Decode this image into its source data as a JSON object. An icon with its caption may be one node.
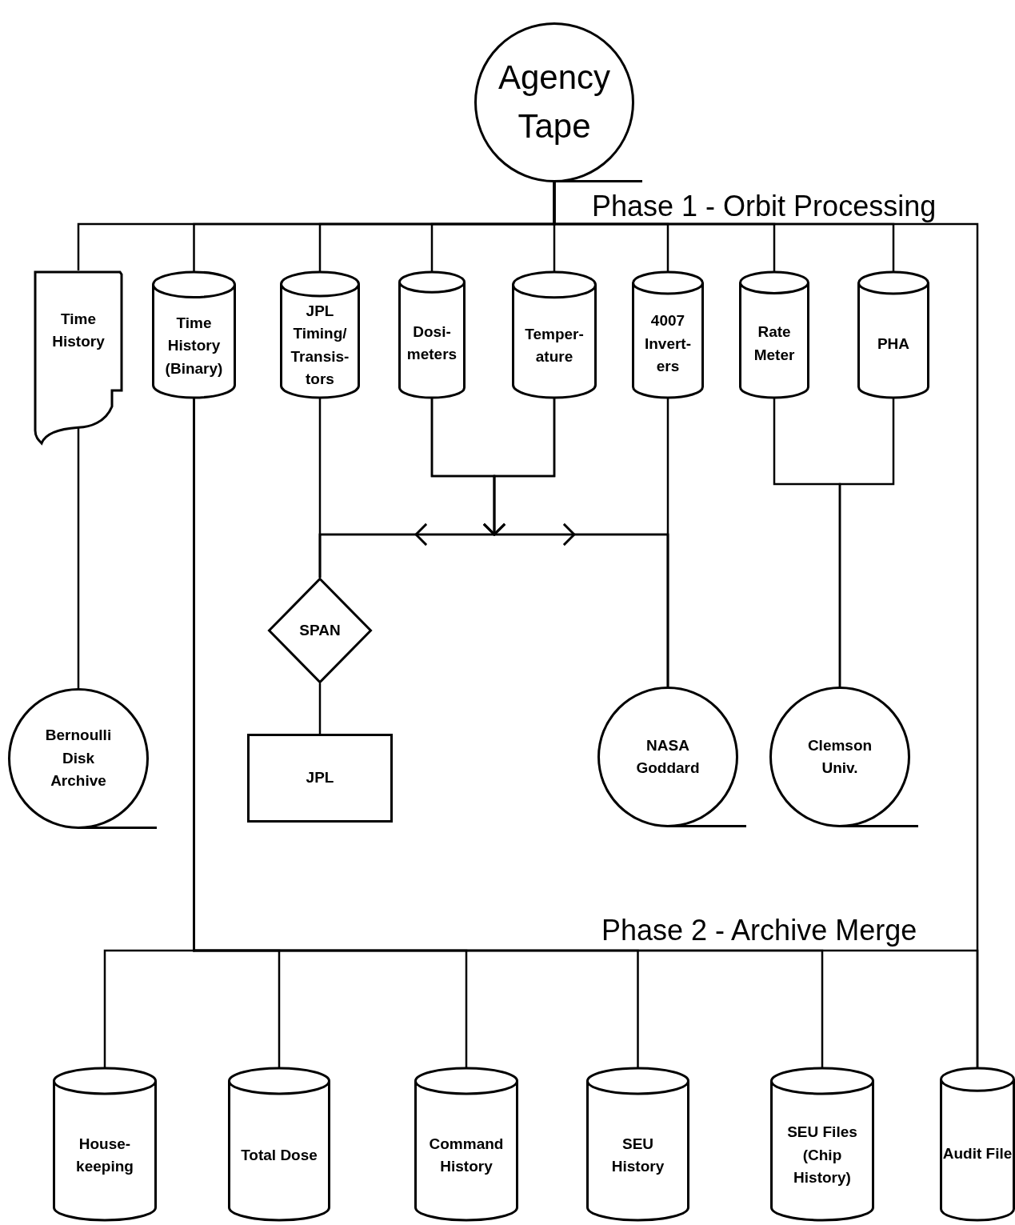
{
  "diagram": {
    "nodes": [
      {
        "text": [
          "Agency Tape"
        ]
      },
      {
        "text": [
          "Time History"
        ]
      },
      {
        "text": [
          "Time History (Binary)"
        ]
      },
      {
        "text": [
          "JPL Timing/ Transis- tors"
        ]
      },
      {
        "text": [
          "Dosi- meters"
        ]
      },
      {
        "text": [
          "Temper- ature"
        ]
      },
      {
        "text": [
          "4007 Invert- ers"
        ]
      },
      {
        "text": [
          "Rate Meter"
        ]
      },
      {
        "text": [
          "PHA"
        ]
      },
      {
        "text": [
          "SPAN"
        ]
      },
      {
        "text": [
          "Bernoulli Disk Archive"
        ]
      },
      {
        "text": [
          "JPL"
        ]
      },
      {
        "text": [
          "NASA Goddard"
        ]
      },
      {
        "text": [
          "Clemson Univ."
        ]
      },
      {
        "text": [
          "House- keeping"
        ]
      },
      {
        "text": [
          "Total Dose"
        ]
      },
      {
        "text": [
          "Command History"
        ]
      },
      {
        "text": [
          "SEU History"
        ]
      },
      {
        "text": [
          "SEU Files (Chip History)"
        ]
      },
      {
        "text": [
          "Audit File"
        ]
      }
    ],
    "edges": [
      {
        "from": 0,
        "to": 1,
        "arrow": "none"
      },
      {
        "from": 0,
        "to": 2,
        "arrow": "none"
      },
      {
        "from": 0,
        "to": 3,
        "arrow": "none"
      },
      {
        "from": 0,
        "to": 4,
        "arrow": "none"
      },
      {
        "from": 0,
        "to": 5,
        "arrow": "none"
      },
      {
        "from": 0,
        "to": 6,
        "arrow": "none"
      },
      {
        "from": 0,
        "to": 7,
        "arrow": "none"
      },
      {
        "from": 0,
        "to": 8,
        "arrow": "none"
      },
      {
        "from": 0,
        "to": 19,
        "arrow": "none"
      },
      {
        "from": 1,
        "to": 10,
        "arrow": "none"
      },
      {
        "from": 2,
        "to": 14,
        "arrow": "none"
      },
      {
        "from": 2,
        "to": 15,
        "arrow": "none"
      },
      {
        "from": 2,
        "to": 16,
        "arrow": "none"
      },
      {
        "from": 2,
        "to": 17,
        "arrow": "none"
      },
      {
        "from": 2,
        "to": 18,
        "arrow": "none"
      },
      {
        "from": 3,
        "to": 9,
        "arrow": "none"
      },
      {
        "from": 9,
        "to": 11,
        "arrow": "none"
      },
      {
        "from": 4,
        "to": 9,
        "arrow": "to"
      },
      {
        "from": 5,
        "to": 9,
        "arrow": "to"
      },
      {
        "from": 4,
        "to": 12,
        "arrow": "to"
      },
      {
        "from": 5,
        "to": 12,
        "arrow": "to"
      },
      {
        "from": 6,
        "to": 12,
        "arrow": "none"
      },
      {
        "from": 7,
        "to": 13,
        "arrow": "none"
      },
      {
        "from": 8,
        "to": 13,
        "arrow": "none"
      },
      {
        "from": 2,
        "to": 19,
        "arrow": "none"
      }
    ],
    "labels": [
      "Phase 1 - Orbit Processing",
      "Phase 2 - Archive Merge"
    ]
  }
}
